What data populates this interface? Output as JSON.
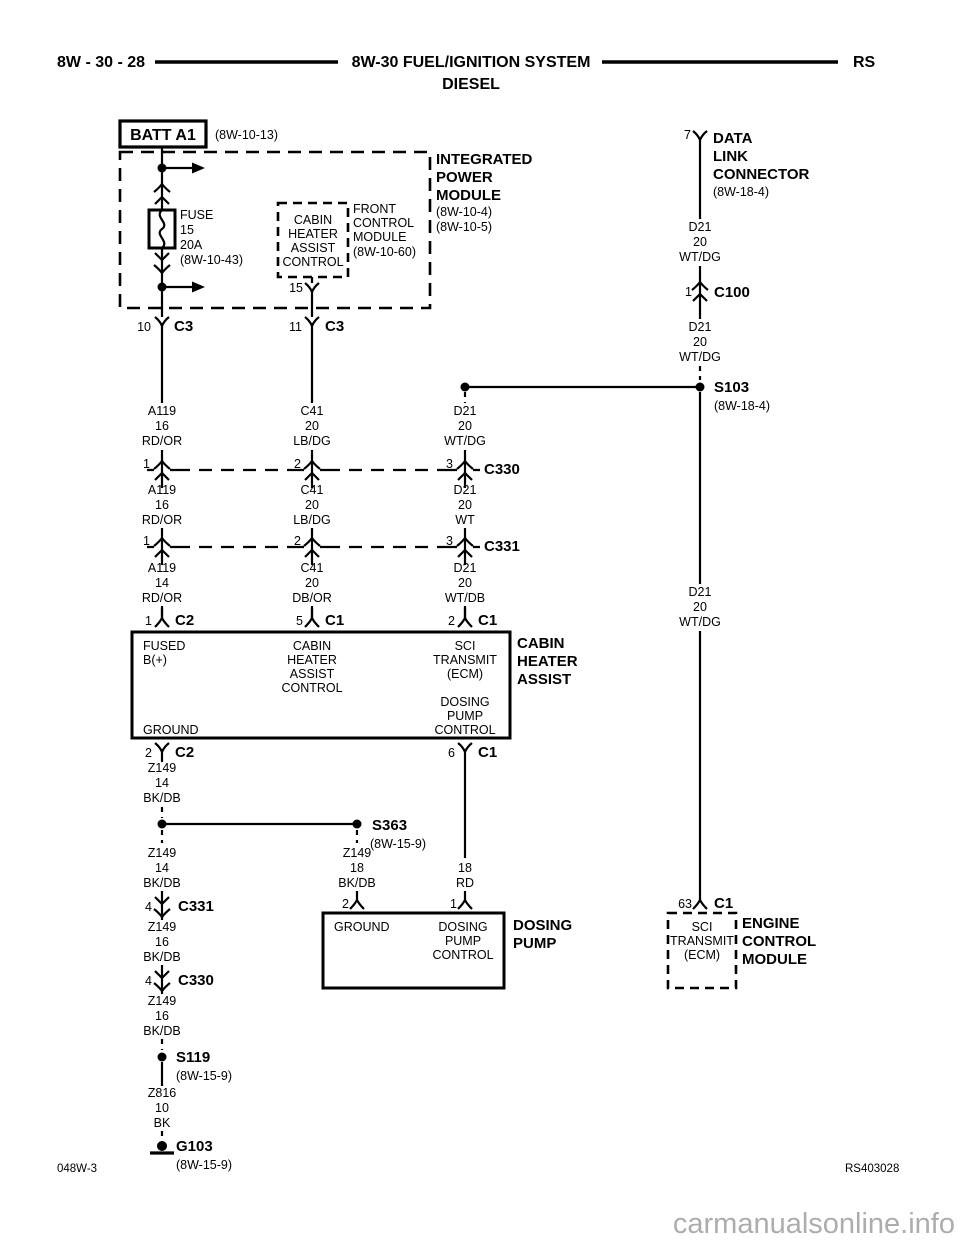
{
  "header": {
    "page": "8W - 30 - 28",
    "title": "8W-30 FUEL/IGNITION SYSTEM",
    "subtitle": "DIESEL",
    "section": "RS"
  },
  "battery": {
    "name": "BATT A1",
    "ref": "(8W-10-13)"
  },
  "ipm": {
    "name": [
      "INTEGRATED",
      "POWER",
      "MODULE"
    ],
    "refs": [
      "(8W-10-4)",
      "(8W-10-5)"
    ]
  },
  "fuse": {
    "lines": [
      "FUSE",
      "15",
      "20A"
    ],
    "ref": "(8W-10-43)"
  },
  "chac": {
    "lines": [
      "CABIN",
      "HEATER",
      "ASSIST",
      "CONTROL"
    ]
  },
  "fcm": {
    "lines": [
      "FRONT",
      "CONTROL",
      "MODULE"
    ],
    "ref": "(8W-10-60)"
  },
  "dlc": {
    "pin": "7",
    "name": [
      "DATA",
      "LINK",
      "CONNECTOR"
    ],
    "ref": "(8W-18-4)"
  },
  "connectors": {
    "c3_left": {
      "pin": "10",
      "name": "C3"
    },
    "c3_right": {
      "pin": "11",
      "name": "C3"
    },
    "ipm_15": {
      "pin": "15"
    },
    "c100": {
      "pin": "1",
      "name": "C100"
    },
    "c330": {
      "pins": [
        "1",
        "2",
        "3"
      ],
      "name": "C330"
    },
    "c331": {
      "pins": [
        "1",
        "2",
        "3"
      ],
      "name": "C331"
    },
    "c2_top": {
      "pin": "1",
      "name": "C2"
    },
    "c1_mid_top": {
      "pin": "5",
      "name": "C1"
    },
    "c1_right_top": {
      "pin": "2",
      "name": "C1"
    },
    "c2_bottom": {
      "pin": "2",
      "name": "C2"
    },
    "c1_bottom": {
      "pin": "6",
      "name": "C1"
    },
    "c331_ground": {
      "pin": "4",
      "name": "C331"
    },
    "c330_ground": {
      "pin": "4",
      "name": "C330"
    },
    "dosing_ground": {
      "pin": "2"
    },
    "dosing_control": {
      "pin": "1"
    },
    "ecm_c1": {
      "pin": "63",
      "name": "C1"
    }
  },
  "splices": {
    "s103": {
      "name": "S103",
      "ref": "(8W-18-4)"
    },
    "s363": {
      "name": "S363",
      "ref": "(8W-15-9)"
    },
    "s119": {
      "name": "S119",
      "ref": "(8W-15-9)"
    }
  },
  "ground": {
    "name": "G103",
    "ref": "(8W-15-9)"
  },
  "wires": {
    "a119_16": {
      "circuit": "A119",
      "gauge": "16",
      "color": "RD/OR"
    },
    "a119_14": {
      "circuit": "A119",
      "gauge": "14",
      "color": "RD/OR"
    },
    "c41_20_lbdg": {
      "circuit": "C41",
      "gauge": "20",
      "color": "LB/DG"
    },
    "c41_20_dbor": {
      "circuit": "C41",
      "gauge": "20",
      "color": "DB/OR"
    },
    "d21_20_wtdg": {
      "circuit": "D21",
      "gauge": "20",
      "color": "WT/DG"
    },
    "d21_20_wt": {
      "circuit": "D21",
      "gauge": "20",
      "color": "WT"
    },
    "d21_20_wtdb": {
      "circuit": "D21",
      "gauge": "20",
      "color": "WT/DB"
    },
    "z149_14": {
      "circuit": "Z149",
      "gauge": "14",
      "color": "BK/DB"
    },
    "z149_16": {
      "circuit": "Z149",
      "gauge": "16",
      "color": "BK/DB"
    },
    "z149_18": {
      "circuit": "Z149",
      "gauge": "18",
      "color": "BK/DB"
    },
    "rd_18": {
      "gauge": "18",
      "color": "RD"
    },
    "z816_10": {
      "circuit": "Z816",
      "gauge": "10",
      "color": "BK"
    }
  },
  "cabin_heater_assist": {
    "name": [
      "CABIN",
      "HEATER",
      "ASSIST"
    ],
    "pins": {
      "fused": [
        "FUSED",
        "B(+)"
      ],
      "control": [
        "CABIN",
        "HEATER",
        "ASSIST",
        "CONTROL"
      ],
      "sci": [
        "SCI",
        "TRANSMIT",
        "(ECM)"
      ],
      "dosing": [
        "DOSING",
        "PUMP",
        "CONTROL"
      ],
      "ground": "GROUND"
    }
  },
  "dosing_pump": {
    "name": [
      "DOSING",
      "PUMP"
    ],
    "pins": {
      "ground": "GROUND",
      "control": [
        "DOSING",
        "PUMP",
        "CONTROL"
      ]
    }
  },
  "ecm": {
    "name": [
      "ENGINE",
      "CONTROL",
      "MODULE"
    ],
    "pins": {
      "sci": [
        "SCI",
        "TRANSMIT",
        "(ECM)"
      ]
    }
  },
  "footer": {
    "doc": "048W-3",
    "figure": "RS403028",
    "watermark": "carmanualsonline.info"
  }
}
